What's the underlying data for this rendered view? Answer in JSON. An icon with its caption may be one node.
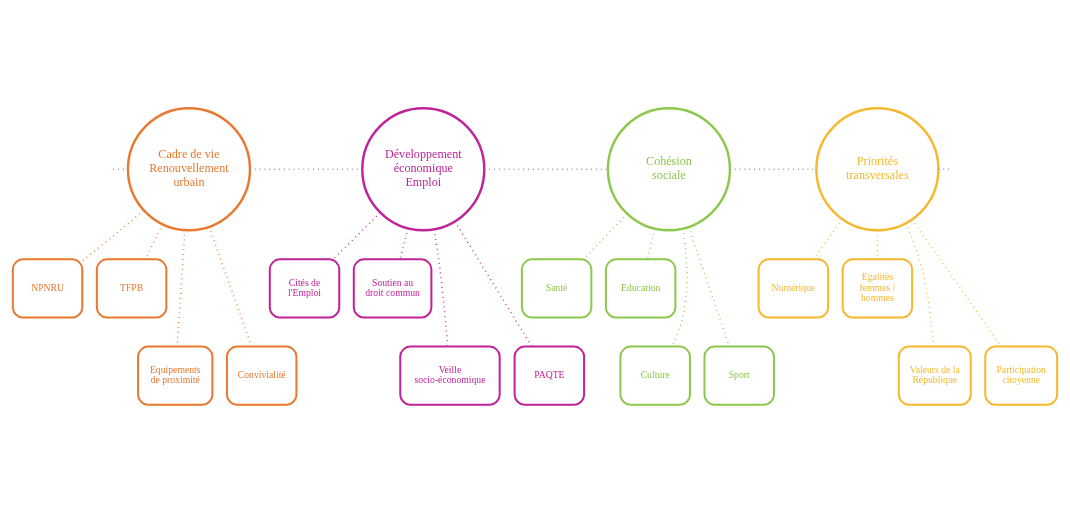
{
  "diagram": {
    "nodes": [
      {
        "text": [
          "Cadre de vie Renouvellement urbain"
        ]
      },
      {
        "text": [
          "NPNRU"
        ]
      },
      {
        "text": [
          "TFPB"
        ]
      },
      {
        "text": [
          "Equipements de proximité"
        ]
      },
      {
        "text": [
          "Convivialité"
        ]
      },
      {
        "text": [
          "Développement économique Emploi"
        ]
      },
      {
        "text": [
          "Cités de l'Emploi"
        ]
      },
      {
        "text": [
          "Soutien au droit commun"
        ]
      },
      {
        "text": [
          "Veille socio-économique"
        ]
      },
      {
        "text": [
          "PAQTE"
        ]
      },
      {
        "text": [
          "Cohésion sociale"
        ]
      },
      {
        "text": [
          "Santé"
        ]
      },
      {
        "text": [
          "Education"
        ]
      },
      {
        "text": [
          "Culture"
        ]
      },
      {
        "text": [
          "Sport"
        ]
      },
      {
        "text": [
          "Priorités transversales"
        ]
      },
      {
        "text": [
          "Numérique"
        ]
      },
      {
        "text": [
          "Egalités femmes / hommes"
        ]
      },
      {
        "text": [
          "Valeurs de la République"
        ]
      },
      {
        "text": [
          "Participation citoyenne"
        ]
      }
    ],
    "edges": [
      {
        "from": null,
        "to": 0,
        "arrow": "none",
        "style": "dashed"
      },
      {
        "from": 0,
        "to": 5,
        "arrow": "none",
        "style": "dashed"
      },
      {
        "from": 5,
        "to": 10,
        "arrow": "none",
        "style": "dashed"
      },
      {
        "from": 10,
        "to": 15,
        "arrow": "none",
        "style": "dashed"
      },
      {
        "from": 15,
        "to": null,
        "arrow": "none",
        "style": "dashed"
      },
      {
        "from": 0,
        "to": 1,
        "arrow": "none",
        "style": "dashed",
        "color": "#e8792f"
      },
      {
        "from": 0,
        "to": 2,
        "arrow": "none",
        "style": "dashed",
        "color": "#e8792f"
      },
      {
        "from": 0,
        "to": 3,
        "arrow": "none",
        "style": "dashed",
        "color": "#e8792f"
      },
      {
        "from": 0,
        "to": 4,
        "arrow": "none",
        "style": "dashed",
        "color": "#e8792f"
      },
      {
        "from": 5,
        "to": 6,
        "arrow": "none",
        "style": "dashed",
        "color": "#c0229a"
      },
      {
        "from": 5,
        "to": 7,
        "arrow": "none",
        "style": "dashed",
        "color": "#c0229a"
      },
      {
        "from": 5,
        "to": 8,
        "arrow": "none",
        "style": "dashed",
        "color": "#c0229a"
      },
      {
        "from": 5,
        "to": 9,
        "arrow": "none",
        "style": "dashed",
        "color": "#c0229a"
      },
      {
        "from": 10,
        "to": 11,
        "arrow": "none",
        "style": "dashed",
        "color": "#8cc84b"
      },
      {
        "from": 10,
        "to": 12,
        "arrow": "none",
        "style": "dashed",
        "color": "#8cc84b"
      },
      {
        "from": 10,
        "to": 13,
        "arrow": "none",
        "style": "dashed",
        "color": "#8cc84b"
      },
      {
        "from": 10,
        "to": 14,
        "arrow": "none",
        "style": "dashed",
        "color": "#8cc84b"
      },
      {
        "from": 15,
        "to": 16,
        "arrow": "none",
        "style": "dashed",
        "color": "#f5b82e"
      },
      {
        "from": 15,
        "to": 17,
        "arrow": "none",
        "style": "dashed",
        "color": "#f5b82e"
      },
      {
        "from": 15,
        "to": 18,
        "arrow": "none",
        "style": "dashed",
        "color": "#f5b82e"
      },
      {
        "from": 15,
        "to": 19,
        "arrow": "none",
        "style": "dashed",
        "color": "#f5b82e"
      }
    ]
  }
}
